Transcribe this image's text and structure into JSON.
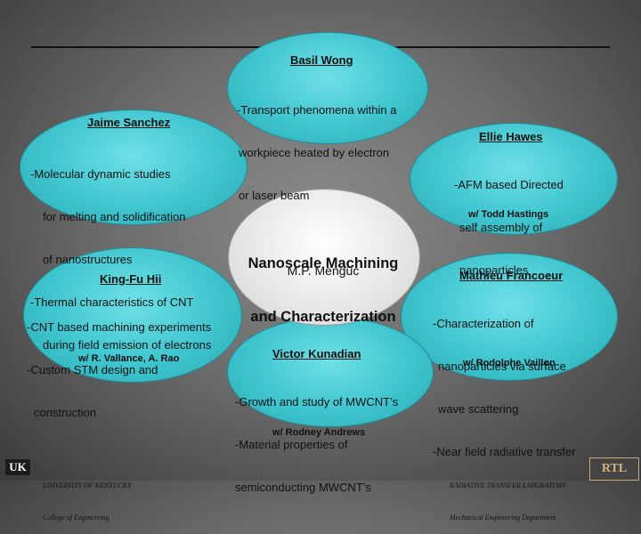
{
  "center": {
    "title_line1": "Nanoscale Machining",
    "title_line2": "and Characterization",
    "pi": "M.P. Mengüc"
  },
  "nodes": {
    "basil": {
      "name": "Basil Wong",
      "lines": [
        "-Transport phenomena within a",
        "workpiece heated by electron",
        "or laser beam"
      ]
    },
    "jaime": {
      "name": "Jaime Sanchez",
      "lines": [
        "-Molecular dynamic studies",
        "for melting and solidification",
        "of nanostructures",
        "-Thermal characteristics of CNT",
        "during field emission of electrons"
      ]
    },
    "ellie": {
      "name": "Ellie Hawes",
      "lines": [
        "-AFM based Directed",
        "self assembly of",
        "nanoparticles"
      ],
      "collab": "w/ Todd Hastings"
    },
    "kingfu": {
      "name": "King-Fu Hii",
      "lines": [
        "-CNT based machining experiments",
        "-Custom STM design and",
        "construction"
      ],
      "collab": "w/ R. Vallance, A. Rao"
    },
    "mathieu": {
      "name": "Mathieu Francoeur",
      "lines": [
        "-Characterization of",
        "nanoparticles via surface",
        "wave scattering",
        "-Near field radiative transfer"
      ],
      "collab": "w/ Rodolphe Vaillon"
    },
    "victor": {
      "name": "Victor Kunadian",
      "lines": [
        "-Growth and study of MWCNT’s",
        "-Material properties of",
        "semiconducting MWCNT’s"
      ],
      "collab": "w/ Rodney Andrews"
    }
  },
  "footer": {
    "left_logo": "UK",
    "left_line1": "UNIVERSITY OF KENTUCKY",
    "left_line2": "College of Engineering",
    "right_line1": "RADIATIVE TRANSFER LABORATORY",
    "right_line2": "Mechanical Engineering Department",
    "right_logo": "RTL"
  }
}
